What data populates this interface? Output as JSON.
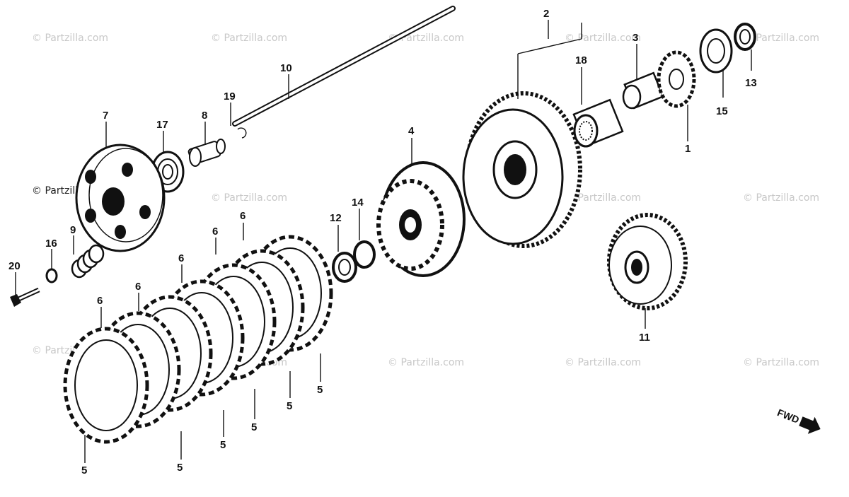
{
  "watermark": "© Partzilla.com",
  "direction_label": "FWD",
  "callouts": [
    "1",
    "2",
    "3",
    "4",
    "5",
    "6",
    "7",
    "8",
    "9",
    "10",
    "11",
    "12",
    "13",
    "14",
    "15",
    "16",
    "17",
    "18",
    "19",
    "20"
  ]
}
